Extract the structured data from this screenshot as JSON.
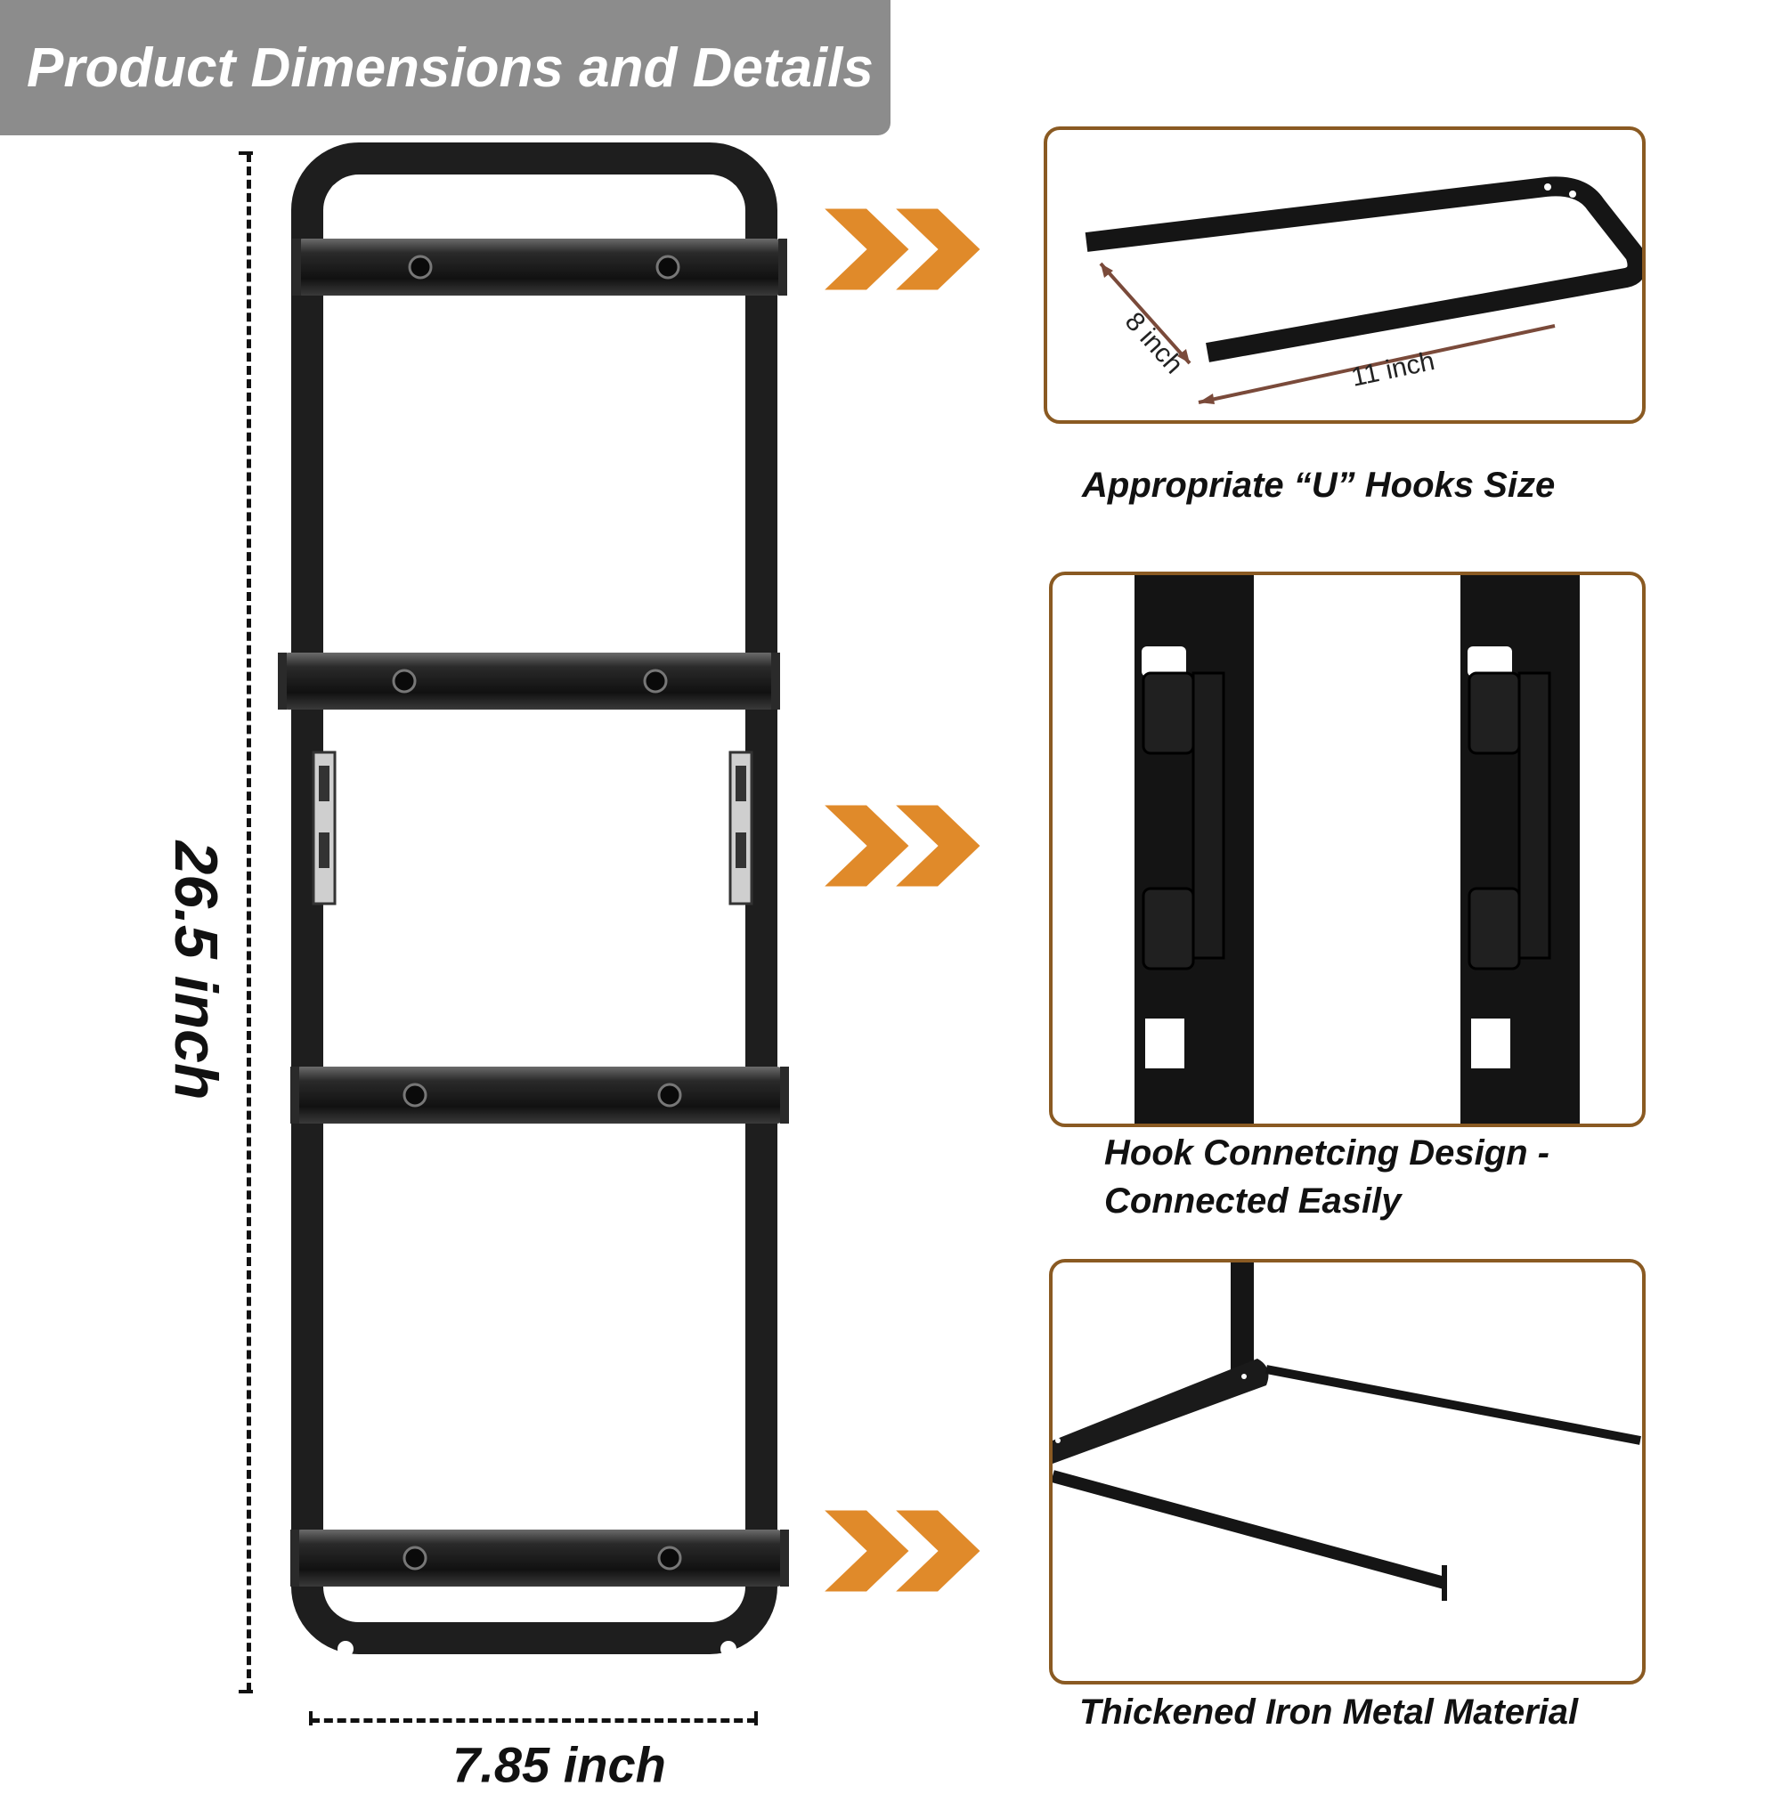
{
  "header": {
    "title": "Product Dimensions and Details"
  },
  "dimensions": {
    "height_label": "26.5 inch",
    "width_label": "7.85 inch"
  },
  "panels": [
    {
      "caption": "Appropriate “U” Hooks Size",
      "dim_short": "8 inch",
      "dim_long": "11 inch"
    },
    {
      "caption_line1": "Hook Connetcing Design -",
      "caption_line2": "Connected Easily"
    },
    {
      "caption": "Thickened Iron Metal Material"
    }
  ],
  "colors": {
    "banner": "#8c8c8c",
    "arrow": "#e08a2a",
    "panel_border": "#8a5a22",
    "dimension_arrow": "#7a4a3a",
    "metal": "#1a1a1a"
  },
  "icons": {
    "arrow": "double-chevron-right-icon"
  }
}
